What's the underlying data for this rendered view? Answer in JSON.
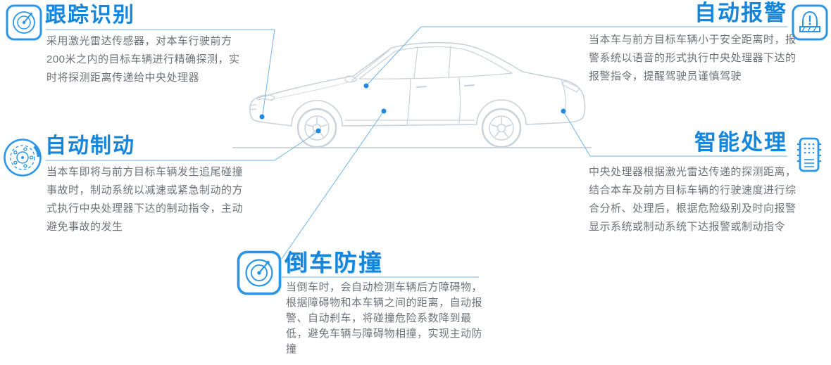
{
  "page": {
    "background": "#ffffff"
  },
  "colors": {
    "accent_blue": "#1486db",
    "leader_line_blue": "#6fb3e8",
    "dot_blue": "#1e88e5",
    "body_text_gray": "#6d7278",
    "car_line_gray": "#c9d1d9"
  },
  "illustration": {
    "subject": "sedan-car-line-drawing",
    "ground_line": true
  },
  "features": {
    "tracking": {
      "title": "跟踪识别",
      "description": "采用激光雷达传感器，对本车行驶前方200米之内的目标车辆进行精确探测，实时将探测距离传递给中央处理器",
      "icon": "radar-icon"
    },
    "alarm": {
      "title": "自动报警",
      "description": "当本车与前方目标车辆小于安全距离时，报警系统以语音的形式执行中央处理器下达的报警指令，提醒驾驶员谨慎驾驶",
      "icon": "siren-alert-icon"
    },
    "braking": {
      "title": "自动制动",
      "description": "当本车即将与前方目标车辆发生追尾碰撞事故时，制动系统以减速或紧急制动的方式执行中央处理器下达的制动指令，主动避免事故的发生",
      "icon": "brake-disc-icon"
    },
    "processing": {
      "title": "智能处理",
      "description": "中央处理器根据激光雷达传递的探测距离，结合本车及前方目标车辆的行驶速度进行综合分析、处理后，根据危险级别及时向报警显示系统或制动系统下达报警或制动指令",
      "icon": "chip-icon"
    },
    "reverse": {
      "title": "倒车防撞",
      "description": "当倒车时，会自动检测车辆后方障碍物，根据障碍物和本车辆之间的距离，自动报警、自动刹车，将碰撞危险系数降到最低，避免车辆与障碍物相撞，实现主动防撞",
      "icon": "radar-icon"
    }
  }
}
